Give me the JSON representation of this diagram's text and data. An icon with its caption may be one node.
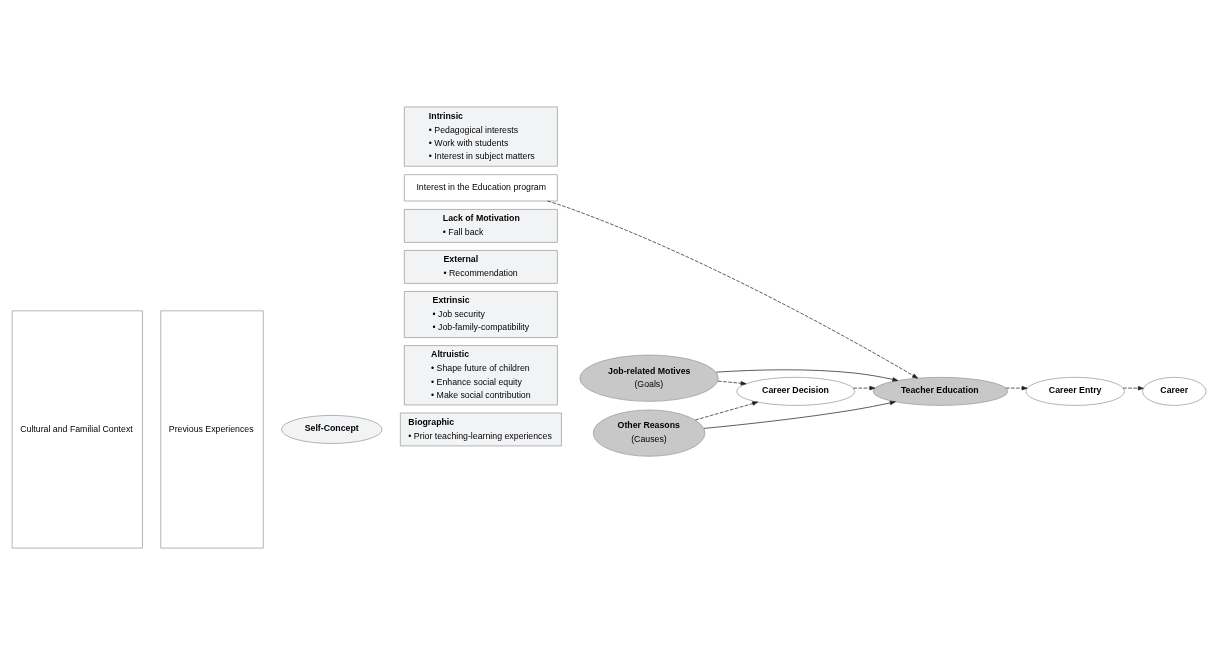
{
  "diagram": {
    "nodes": [
      {
        "text": [
          "Cultural and Familial Context"
        ]
      },
      {
        "text": [
          "Previous Experiences"
        ]
      },
      {
        "text": [
          "Biographic",
          "• Prior teaching-learning experiences"
        ]
      },
      {
        "text": [
          "Self-Concept"
        ]
      },
      {
        "text": [
          "Intrinsic",
          "• Pedagogical interests",
          "• Work with students",
          "• Interest in subject matters"
        ]
      },
      {
        "text": [
          "Altruistic",
          "• Shape future of children",
          "• Enhance social equity",
          "• Make social contribution"
        ]
      },
      {
        "text": [
          "Extrinsic",
          "• Job security",
          "• Job-family-compatibility"
        ]
      },
      {
        "text": [
          "External",
          "• Recommendation"
        ]
      },
      {
        "text": [
          "Lack of Motivation",
          "• Fall back"
        ]
      },
      {
        "text": [
          "Interest in the Education program"
        ]
      },
      {
        "text": [
          "Job-related Motives",
          "(Goals)"
        ]
      },
      {
        "text": [
          "Other Reasons",
          "(Causes)"
        ]
      },
      {
        "text": [
          "Career Decision"
        ]
      },
      {
        "text": [
          "Teacher Education"
        ]
      },
      {
        "text": [
          "Career Entry"
        ]
      },
      {
        "text": [
          "Career"
        ]
      }
    ],
    "edges": [
      {
        "from": 10,
        "to": 12,
        "arrow": "to",
        "style": "dashed"
      },
      {
        "from": 10,
        "to": 13,
        "arrow": "to"
      },
      {
        "from": 11,
        "to": 12,
        "arrow": "to",
        "style": "dashed"
      },
      {
        "from": 11,
        "to": 13,
        "arrow": "to"
      },
      {
        "from": 12,
        "to": 13,
        "arrow": "to",
        "style": "dashed"
      },
      {
        "from": 9,
        "to": 13,
        "arrow": "to",
        "style": "dashed"
      },
      {
        "from": 13,
        "to": 14,
        "arrow": "to",
        "style": "dashed"
      },
      {
        "from": 14,
        "to": 15,
        "arrow": "to",
        "style": "dashed"
      }
    ]
  }
}
